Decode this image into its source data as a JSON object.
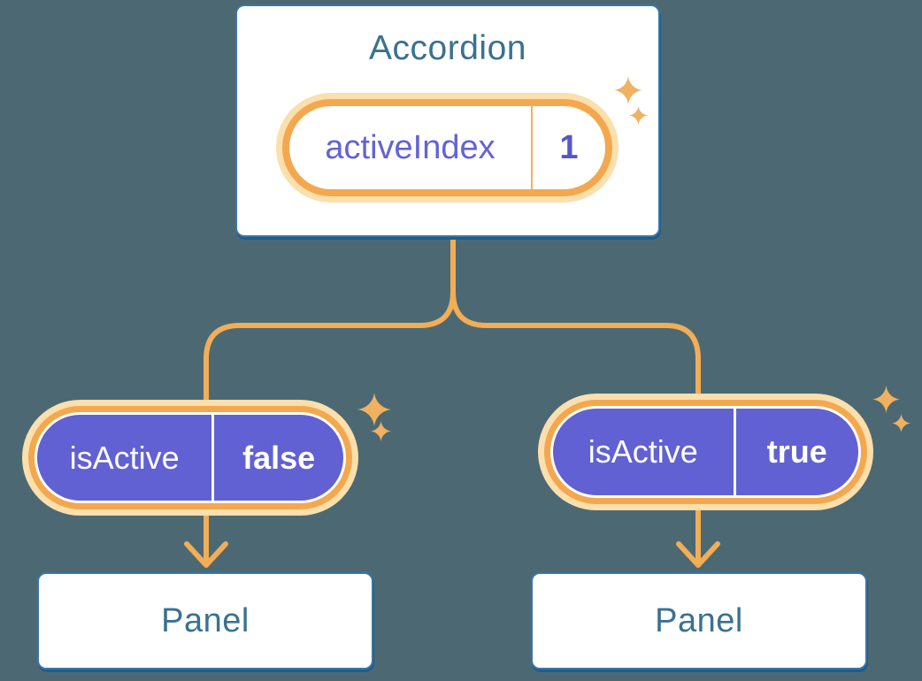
{
  "diagram": {
    "accordion": {
      "title": "Accordion",
      "state_pill": {
        "label": "activeIndex",
        "value": "1"
      }
    },
    "children": [
      {
        "prop_pill": {
          "label": "isActive",
          "value": "false"
        },
        "panel": {
          "title": "Panel"
        }
      },
      {
        "prop_pill": {
          "label": "isActive",
          "value": "true"
        },
        "panel": {
          "title": "Panel"
        }
      }
    ],
    "icons": {
      "sparkle": "sparkle-icon",
      "arrow": "arrow-down-icon"
    }
  },
  "colors": {
    "background": "#4C6973",
    "box_border": "#3B76A3",
    "box_shadow": "#1F5C8E",
    "heading_text": "#3A7190",
    "purple_label": "#6363D6",
    "purple_value": "#5456CE",
    "pill_purple": "#6161D4",
    "pill_text": "#FFFFFF",
    "orange_ring": "#F3A84F",
    "orange_glow": "#FBDFAD",
    "orange_divider": "#F3B05F",
    "connector": "#F2AD57",
    "sparkle": "#F0B160"
  }
}
